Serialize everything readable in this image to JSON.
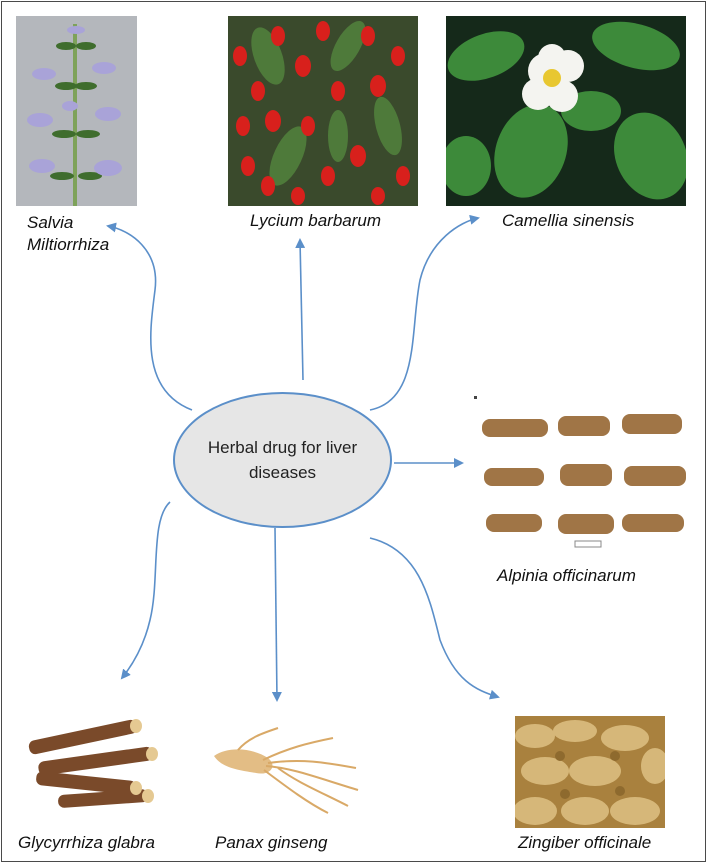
{
  "center": {
    "text": "Herbal drug for liver diseases"
  },
  "herbs": [
    {
      "label_line1": "Salvia",
      "label_line2": "Miltiorrhiza",
      "icon": "salvia-flower-photo"
    },
    {
      "label": "Lycium barbarum",
      "icon": "goji-berry-photo"
    },
    {
      "label": "Camellia sinensis",
      "icon": "tea-flower-photo"
    },
    {
      "label": "Alpinia officinarum",
      "icon": "galangal-root-photo"
    },
    {
      "label": "Zingiber officinale",
      "icon": "ginger-root-photo"
    },
    {
      "label": "Panax ginseng",
      "icon": "ginseng-root-photo"
    },
    {
      "label": "Glycyrrhiza glabra",
      "icon": "licorice-root-photo"
    }
  ],
  "colors": {
    "arrow": "#5b8fc9",
    "ellipse_fill": "#e6e6e6",
    "frame": "#4a4a4a"
  }
}
